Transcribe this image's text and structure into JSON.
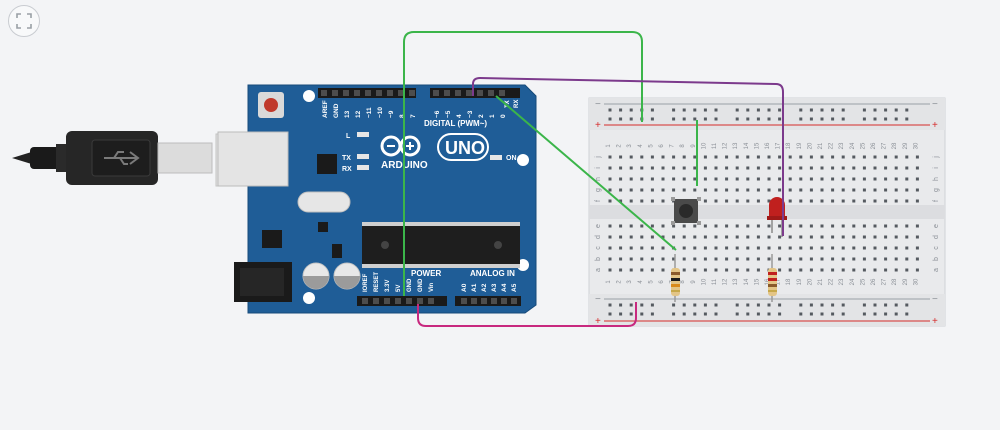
{
  "toolbar": {
    "fit_view_icon": "fit-view-icon"
  },
  "arduino": {
    "logo_text": "ARDUINO",
    "model_text": "UNO",
    "on_label": "ON",
    "digital_label": "DIGITAL (PWM~)",
    "power_label": "POWER",
    "analog_label": "ANALOG IN",
    "led_labels": [
      "L",
      "TX",
      "RX"
    ],
    "tx_rx_side": [
      "TX",
      "RX"
    ],
    "top_pins": [
      "AREF",
      "GND",
      "13",
      "12",
      "~11",
      "~10",
      "~9",
      "8",
      "7",
      "~6",
      "~5",
      "4",
      "~3",
      "2",
      "1",
      "0"
    ],
    "power_pins": [
      "IOREF",
      "RESET",
      "3.3V",
      "5V",
      "GND",
      "GND",
      "Vin"
    ],
    "analog_pins": [
      "A0",
      "A1",
      "A2",
      "A3",
      "A4",
      "A5"
    ]
  },
  "breadboard": {
    "column_numbers": [
      "1",
      "2",
      "3",
      "4",
      "5",
      "6",
      "7",
      "8",
      "9",
      "10",
      "11",
      "12",
      "13",
      "14",
      "15",
      "16",
      "17",
      "18",
      "19",
      "20",
      "21",
      "22",
      "23",
      "24",
      "25",
      "26",
      "27",
      "28",
      "29",
      "30"
    ],
    "row_letters_top": [
      "j",
      "i",
      "h",
      "g",
      "f"
    ],
    "row_letters_bottom": [
      "e",
      "d",
      "c",
      "b",
      "a"
    ],
    "rail_minus": "−",
    "rail_plus": "+"
  },
  "colors": {
    "board": "#1f5d97",
    "wire_green": "#3bb54a",
    "wire_purple": "#7c3a8c",
    "wire_magenta": "#c8297f",
    "led_red": "#c0201e",
    "rail_red": "#d62b2b"
  }
}
